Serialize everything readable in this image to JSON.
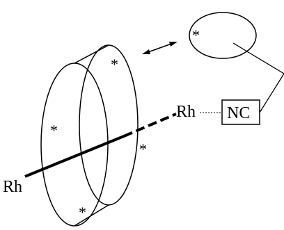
{
  "labels": {
    "rh_left": "Rh",
    "rh_right": "Rh",
    "nc": "NC"
  },
  "star_glyph": "*",
  "colors": {
    "ink": "#000000",
    "background": "#ffffff"
  },
  "icons": {
    "exchange_arrow": "double-headed-arrow-icon"
  }
}
